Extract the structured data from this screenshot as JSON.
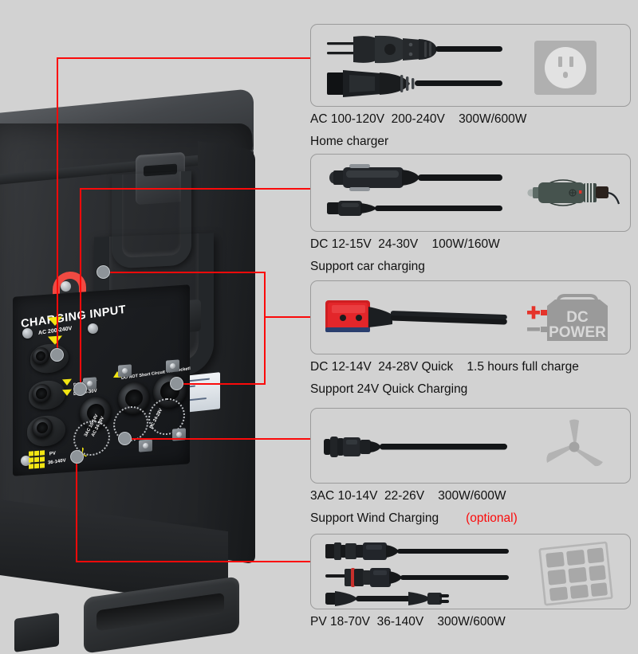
{
  "background_color": "#d2d2d2",
  "accent_color": "#fb0a0a",
  "product": {
    "name": "rugged-portable-power-station",
    "panel_label": "CHARGING INPUT",
    "panel_sub_label": "AC 200-240V",
    "warning_label": "DO NOT Short Circuit The Socket!",
    "port_labels": [
      {
        "line1": "DC 12-15V",
        "line2": "DC 24-30V"
      },
      {
        "line1": "PV",
        "line2": "36-140V"
      },
      {
        "line1": "3AC 10-14V",
        "line2": "AC 24-30V"
      },
      {
        "line1": "DO NOT Short Circuit The Socket!"
      },
      {
        "line1": "DC 24-28V"
      }
    ]
  },
  "specs": [
    {
      "id": "ac-home-charger",
      "icon_name": "wall-outlet-icon",
      "connector_name": "ac-power-cord",
      "line1": "AC 100-120V  200-240V    300W/600W",
      "line2": "Home charger",
      "optional": ""
    },
    {
      "id": "dc-car-charging",
      "icon_name": "car-charger-icon",
      "connector_name": "cigarette-lighter-plug",
      "line1": "DC 12-15V  24-30V    100W/160W",
      "line2": "Support car charging",
      "optional": ""
    },
    {
      "id": "dc-quick-charging",
      "icon_name": "dc-power-battery-icon",
      "icon_text_line1": "DC",
      "icon_text_line2": "POWER",
      "icon_plus": "+",
      "icon_minus": "−",
      "connector_name": "anderson-connector",
      "line1": "DC 12-14V  24-28V Quick    1.5 hours full charge",
      "line2": "Support 24V Quick Charging",
      "optional": ""
    },
    {
      "id": "wind-charging",
      "icon_name": "wind-turbine-icon",
      "connector_name": "aviation-connector",
      "line1": "3AC 10-14V  22-26V    300W/600W",
      "line2": "Support Wind Charging",
      "optional": "(optional)"
    },
    {
      "id": "pv-solar-charging",
      "icon_name": "solar-panel-icon",
      "connector_name": "mc4-solar-connector",
      "line1": "PV 18-70V  36-140V    300W/600W",
      "line2": "",
      "optional": ""
    }
  ]
}
